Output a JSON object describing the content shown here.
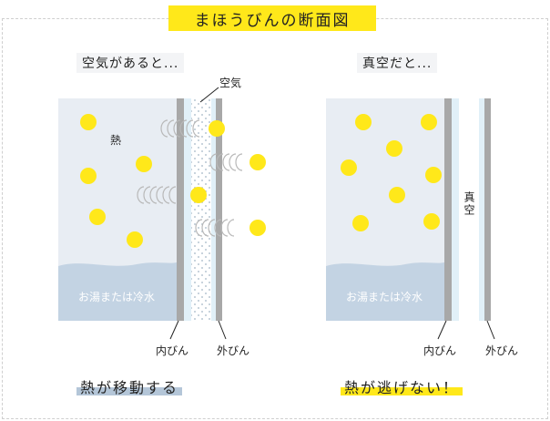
{
  "title": "まほうびんの断面図",
  "left_panel": {
    "heading": "空気があると...",
    "air_label": "空気",
    "heat_label": "熱",
    "liquid_label": "お湯または冷水",
    "inner_label": "内びん",
    "outer_label": "外びん",
    "conclusion": "熱が移動する"
  },
  "right_panel": {
    "heading": "真空だと...",
    "vacuum_label": "真空",
    "liquid_label": "お湯または冷水",
    "inner_label": "内びん",
    "outer_label": "外びん",
    "conclusion": "熱が逃げない！"
  },
  "colors": {
    "title_bg": "#ffe81a",
    "heat_dot": "#ffe81a",
    "container_bg": "#e8edf3",
    "water": "#c3d3e3",
    "wall": "#a8a8a8",
    "air_fill": "#eaf3fa",
    "vacuum_fill": "#ffffff",
    "underline_left": "#b4c6d8",
    "underline_right": "#ffe81a"
  }
}
